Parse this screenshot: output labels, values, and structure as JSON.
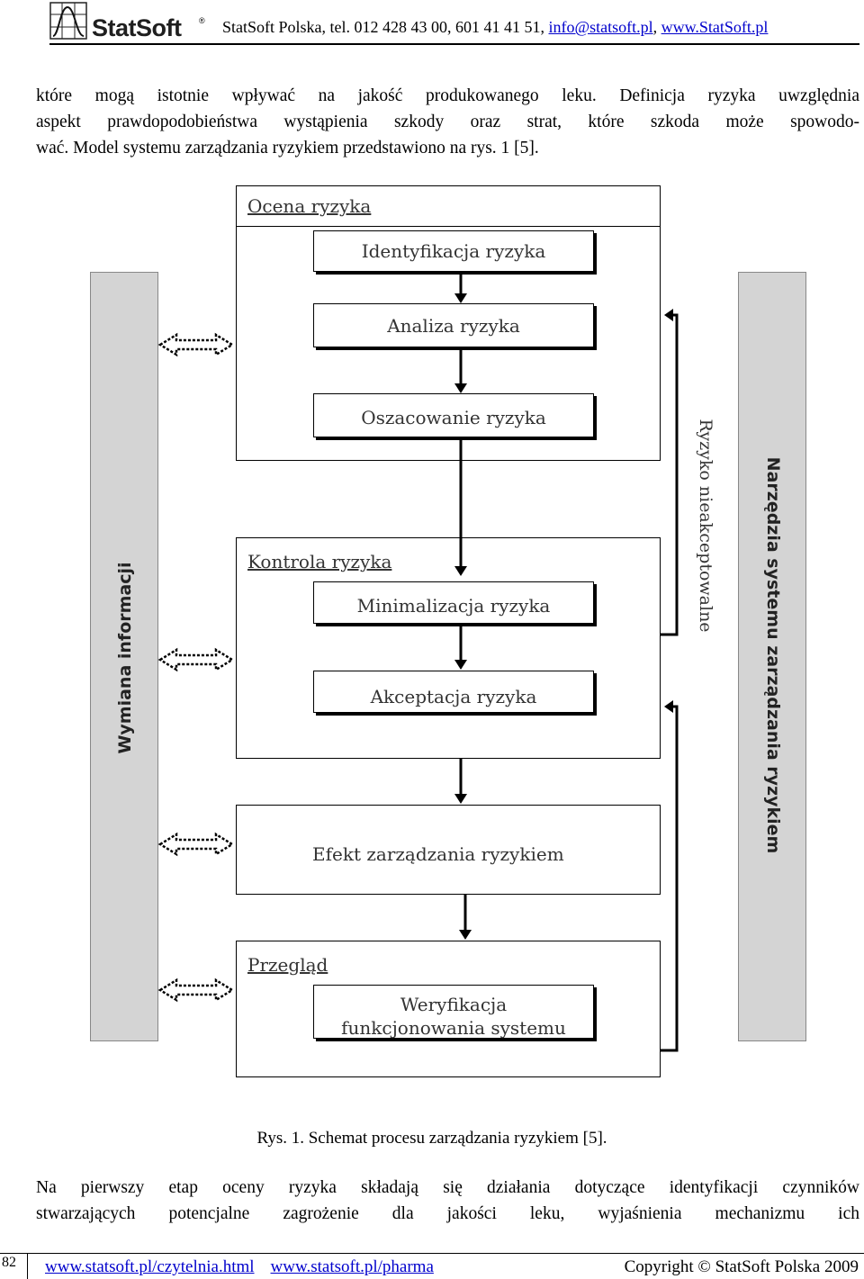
{
  "header": {
    "logo_text": "StatSoft",
    "logo_reg": "®",
    "contact_prefix": "StatSoft Polska, tel. 012 428 43 00, 601 41 41 51, ",
    "email": "info@statsoft.pl",
    "separator": ", ",
    "website": "www.StatSoft.pl"
  },
  "intro": {
    "line1": "które mogą istotnie wpływać na jakość produkowanego leku. Definicja ryzyka uwzględnia",
    "line2": "aspekt prawdopodobieństwa wystąpienia szkody oraz strat, które szkoda może spowodo-",
    "line3": "wać. Model systemu zarządzania ryzykiem przedstawiono na rys. 1 [5]."
  },
  "diagram": {
    "assessment_title": "Ocena ryzyka",
    "identification": "Identyfikacja ryzyka",
    "analysis": "Analiza ryzyka",
    "evaluation": "Oszacowanie ryzyka",
    "control_title": "Kontrola ryzyka",
    "minimization": "Minimalizacja ryzyka",
    "acceptance": "Akceptacja ryzyka",
    "outcome": "Efekt zarządzania ryzykiem",
    "review_title": "Przegląd",
    "verification_line1": "Weryfikacja",
    "verification_line2": "funkcjonowania systemu",
    "left_bar": "Wymiana informacji",
    "right_bar": "Narzędzia systemu zarządzania ryzykiem",
    "feedback_label": "Ryzyko nieakceptowalne"
  },
  "caption": "Rys. 1. Schemat procesu zarządzania ryzykiem [5].",
  "outro": {
    "line1": "Na pierwszy etap oceny ryzyka składają się działania dotyczące identyfikacji czynników",
    "line2": "stwarzających potencjalne zagrożenie dla jakości leku, wyjaśnienia mechanizmu ich"
  },
  "footer": {
    "page_number": "82",
    "link1": "www.statsoft.pl/czytelnia.html",
    "link2": "www.statsoft.pl/pharma",
    "copyright": "Copyright © StatSoft Polska 2009"
  }
}
